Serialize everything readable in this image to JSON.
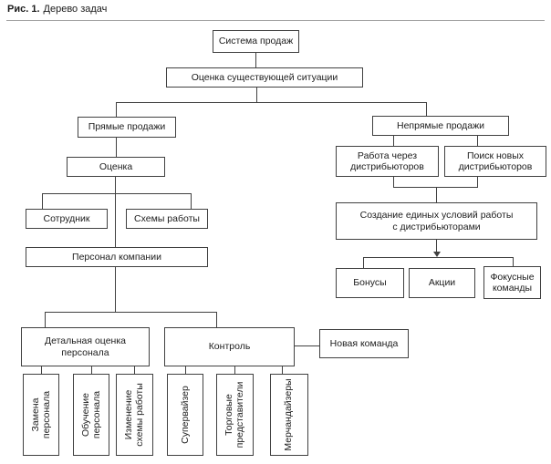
{
  "figure": {
    "caption_prefix": "Рис. 1.",
    "caption_text": "Дерево задач"
  },
  "colors": {
    "line": "#404040",
    "text": "#1c1c1c",
    "rule": "#a3a3a3",
    "background": "#ffffff"
  },
  "diagram": {
    "nodes": {
      "sistema_prodazh": "Система продаж",
      "otsenka_situatsii": "Оценка существующей ситуации",
      "pryamye_prodazhi": "Прямые продажи",
      "nepryamye_prodazhi": "Непрямые продажи",
      "otsenka": "Оценка",
      "rabota_cherez_distributorov": "Работа через\nдистрибьюторов",
      "poisk_novykh_distributorov": "Поиск новых\nдистрибьюторов",
      "sotrudnik": "Сотрудник",
      "skhemy_raboty": "Схемы работы",
      "personal_kompanii": "Персонал компании",
      "sozdanie_uslovii": "Создание единых условий работы\nс дистрибьюторами",
      "bonusy": "Бонусы",
      "aktsii": "Акции",
      "fokusnye_komandy": "Фокусные\nкоманды",
      "detalnaya_otsenka": "Детальная оценка\nперсонала",
      "kontrol": "Контроль",
      "novaya_komanda": "Новая команда",
      "zamena_personala": "Замена\nперсонала",
      "obuchenie_personala": "Обучение\nперсонала",
      "izmenenie_skhemy": "Изменение\nсхемы работы",
      "supervayzer": "Супервайзер",
      "torgovye_predstaviteli": "Торговые\nпредставители",
      "merchandayzery": "Мерчандайзеры"
    },
    "edges": [
      [
        "sistema_prodazh",
        "otsenka_situatsii"
      ],
      [
        "otsenka_situatsii",
        "pryamye_prodazhi"
      ],
      [
        "otsenka_situatsii",
        "nepryamye_prodazhi"
      ],
      [
        "pryamye_prodazhi",
        "otsenka"
      ],
      [
        "otsenka",
        "sotrudnik"
      ],
      [
        "otsenka",
        "skhemy_raboty"
      ],
      [
        "otsenka",
        "personal_kompanii"
      ],
      [
        "personal_kompanii",
        "detalnaya_otsenka"
      ],
      [
        "personal_kompanii",
        "kontrol"
      ],
      [
        "nepryamye_prodazhi",
        "rabota_cherez_distributorov"
      ],
      [
        "nepryamye_prodazhi",
        "poisk_novykh_distributorov"
      ],
      [
        "rabota_cherez_distributorov",
        "sozdanie_uslovii"
      ],
      [
        "poisk_novykh_distributorov",
        "sozdanie_uslovii"
      ],
      [
        "sozdanie_uslovii",
        "bonusy"
      ],
      [
        "sozdanie_uslovii",
        "aktsii"
      ],
      [
        "sozdanie_uslovii",
        "fokusnye_komandy"
      ],
      [
        "detalnaya_otsenka",
        "zamena_personala"
      ],
      [
        "detalnaya_otsenka",
        "obuchenie_personala"
      ],
      [
        "detalnaya_otsenka",
        "izmenenie_skhemy"
      ],
      [
        "kontrol",
        "supervayzer"
      ],
      [
        "kontrol",
        "torgovye_predstaviteli"
      ],
      [
        "kontrol",
        "merchandayzery"
      ],
      [
        "kontrol",
        "novaya_komanda"
      ]
    ]
  }
}
